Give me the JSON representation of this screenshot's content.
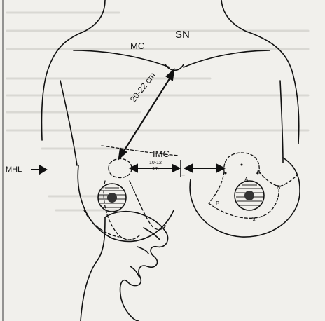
{
  "labels": {
    "mc": "MC",
    "sn": "SN",
    "distance": "20-22 cm",
    "imc": "IMC",
    "gap_top": "10-12",
    "gap_bottom": "cm",
    "mhl": "MHL",
    "equal_mark": "=",
    "point_a": "A",
    "point_a_prime": "A'",
    "point_b": "B",
    "point_b_prime": "B'",
    "point_x": "X"
  },
  "colors": {
    "ink": "#111111",
    "paper": "#f1f0ec",
    "bleed_text": "#c9c8c3"
  }
}
